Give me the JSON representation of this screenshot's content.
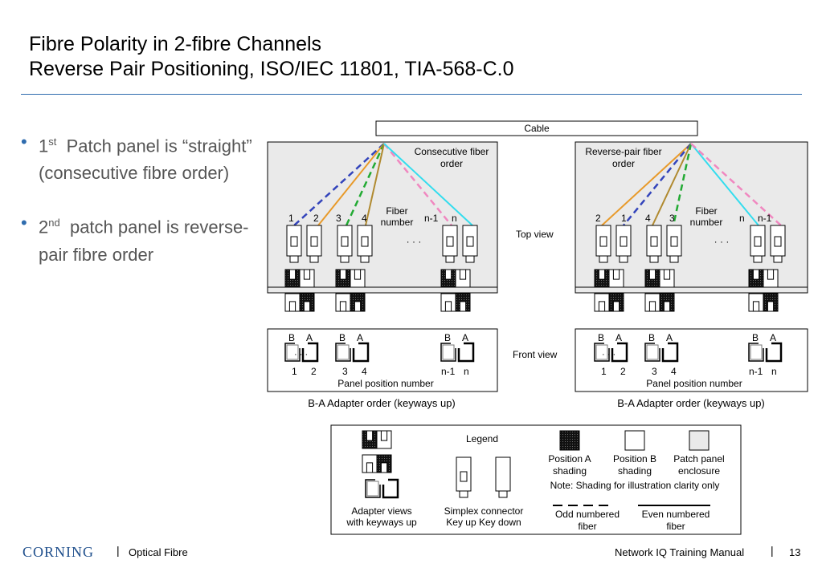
{
  "slide": {
    "title_line1": "Fibre Polarity in 2-fibre Channels",
    "title_line2": "Reverse Pair Positioning, ISO/IEC 11801, TIA-568-C.0"
  },
  "bullets": [
    {
      "sup_num": "1",
      "sup": "st",
      "text": "Patch panel is “straight” (consecutive fibre order)"
    },
    {
      "sup_num": "2",
      "sup": "nd",
      "text": "patch panel is reverse-pair fibre order"
    }
  ],
  "diagram": {
    "cable_label": "Cable",
    "panel1_label_l1": "Consecutive fiber",
    "panel1_label_l2": "order",
    "panel2_label_l1": "Reverse-pair fiber",
    "panel2_label_l2": "order",
    "fiber_label_l1": "Fiber",
    "fiber_label_l2": "number",
    "panel1_fiber_numbers": [
      "1",
      "2",
      "3",
      "4",
      "n-1",
      "n"
    ],
    "panel2_fiber_numbers": [
      "2",
      "1",
      "4",
      "3",
      "n",
      "n-1"
    ],
    "ellipsis": "·  ·  ·",
    "top_view": "Top view",
    "front_view": "Front view",
    "ba_labels": [
      "B",
      "A",
      "B",
      "A",
      "B",
      "A"
    ],
    "position_numbers": [
      "1",
      "2",
      "3",
      "4",
      "n-1",
      "n"
    ],
    "panel_position_label": "Panel position number",
    "adapter_order": "B-A Adapter order (keyways up)",
    "fiber_colors": {
      "blue": "#3344bb",
      "orange": "#e89a2a",
      "green": "#22aa33",
      "brown": "#b08a30",
      "pink": "#f088c0",
      "cyan": "#33ddee"
    }
  },
  "legend": {
    "title": "Legend",
    "adapter_views_l1": "Adapter views",
    "adapter_views_l2": "with keyways up",
    "simplex_l1": "Simplex connector",
    "simplex_l2": "Key up  Key down",
    "posA_l1": "Position A",
    "posA_l2": "shading",
    "posB_l1": "Position B",
    "posB_l2": "shading",
    "enclosure_l1": "Patch panel",
    "enclosure_l2": "enclosure",
    "note": "Note: Shading for illustration clarity only",
    "odd_l1": "Odd numbered",
    "odd_l2": "fiber",
    "even_l1": "Even numbered",
    "even_l2": "fiber"
  },
  "footer": {
    "brand": "CORNING",
    "section": "Optical Fibre",
    "manual": "Network IQ Training Manual",
    "page": "13"
  }
}
